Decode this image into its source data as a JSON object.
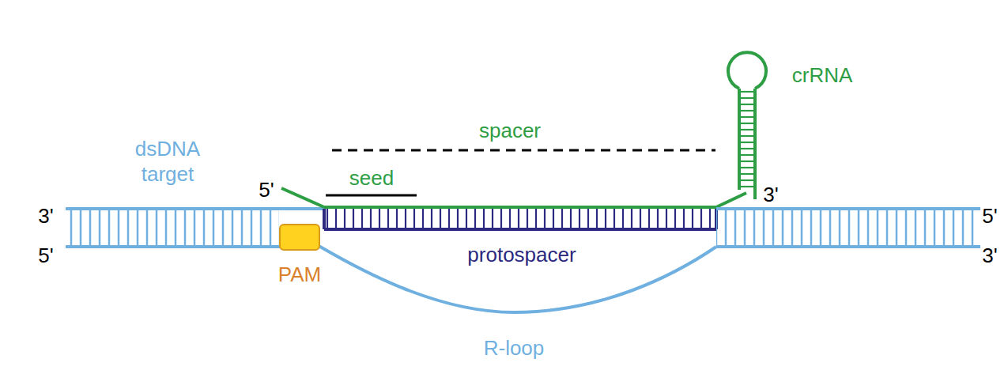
{
  "diagram": {
    "nodes": [
      {
        "text": [
          "PAM"
        ]
      }
    ],
    "labels": [
      "spacer",
      "crRNA",
      "dsDNA target",
      "5'",
      "seed",
      "3'",
      "3'",
      "5'",
      "5'",
      "3'",
      "protospacer",
      "R-loop"
    ]
  }
}
